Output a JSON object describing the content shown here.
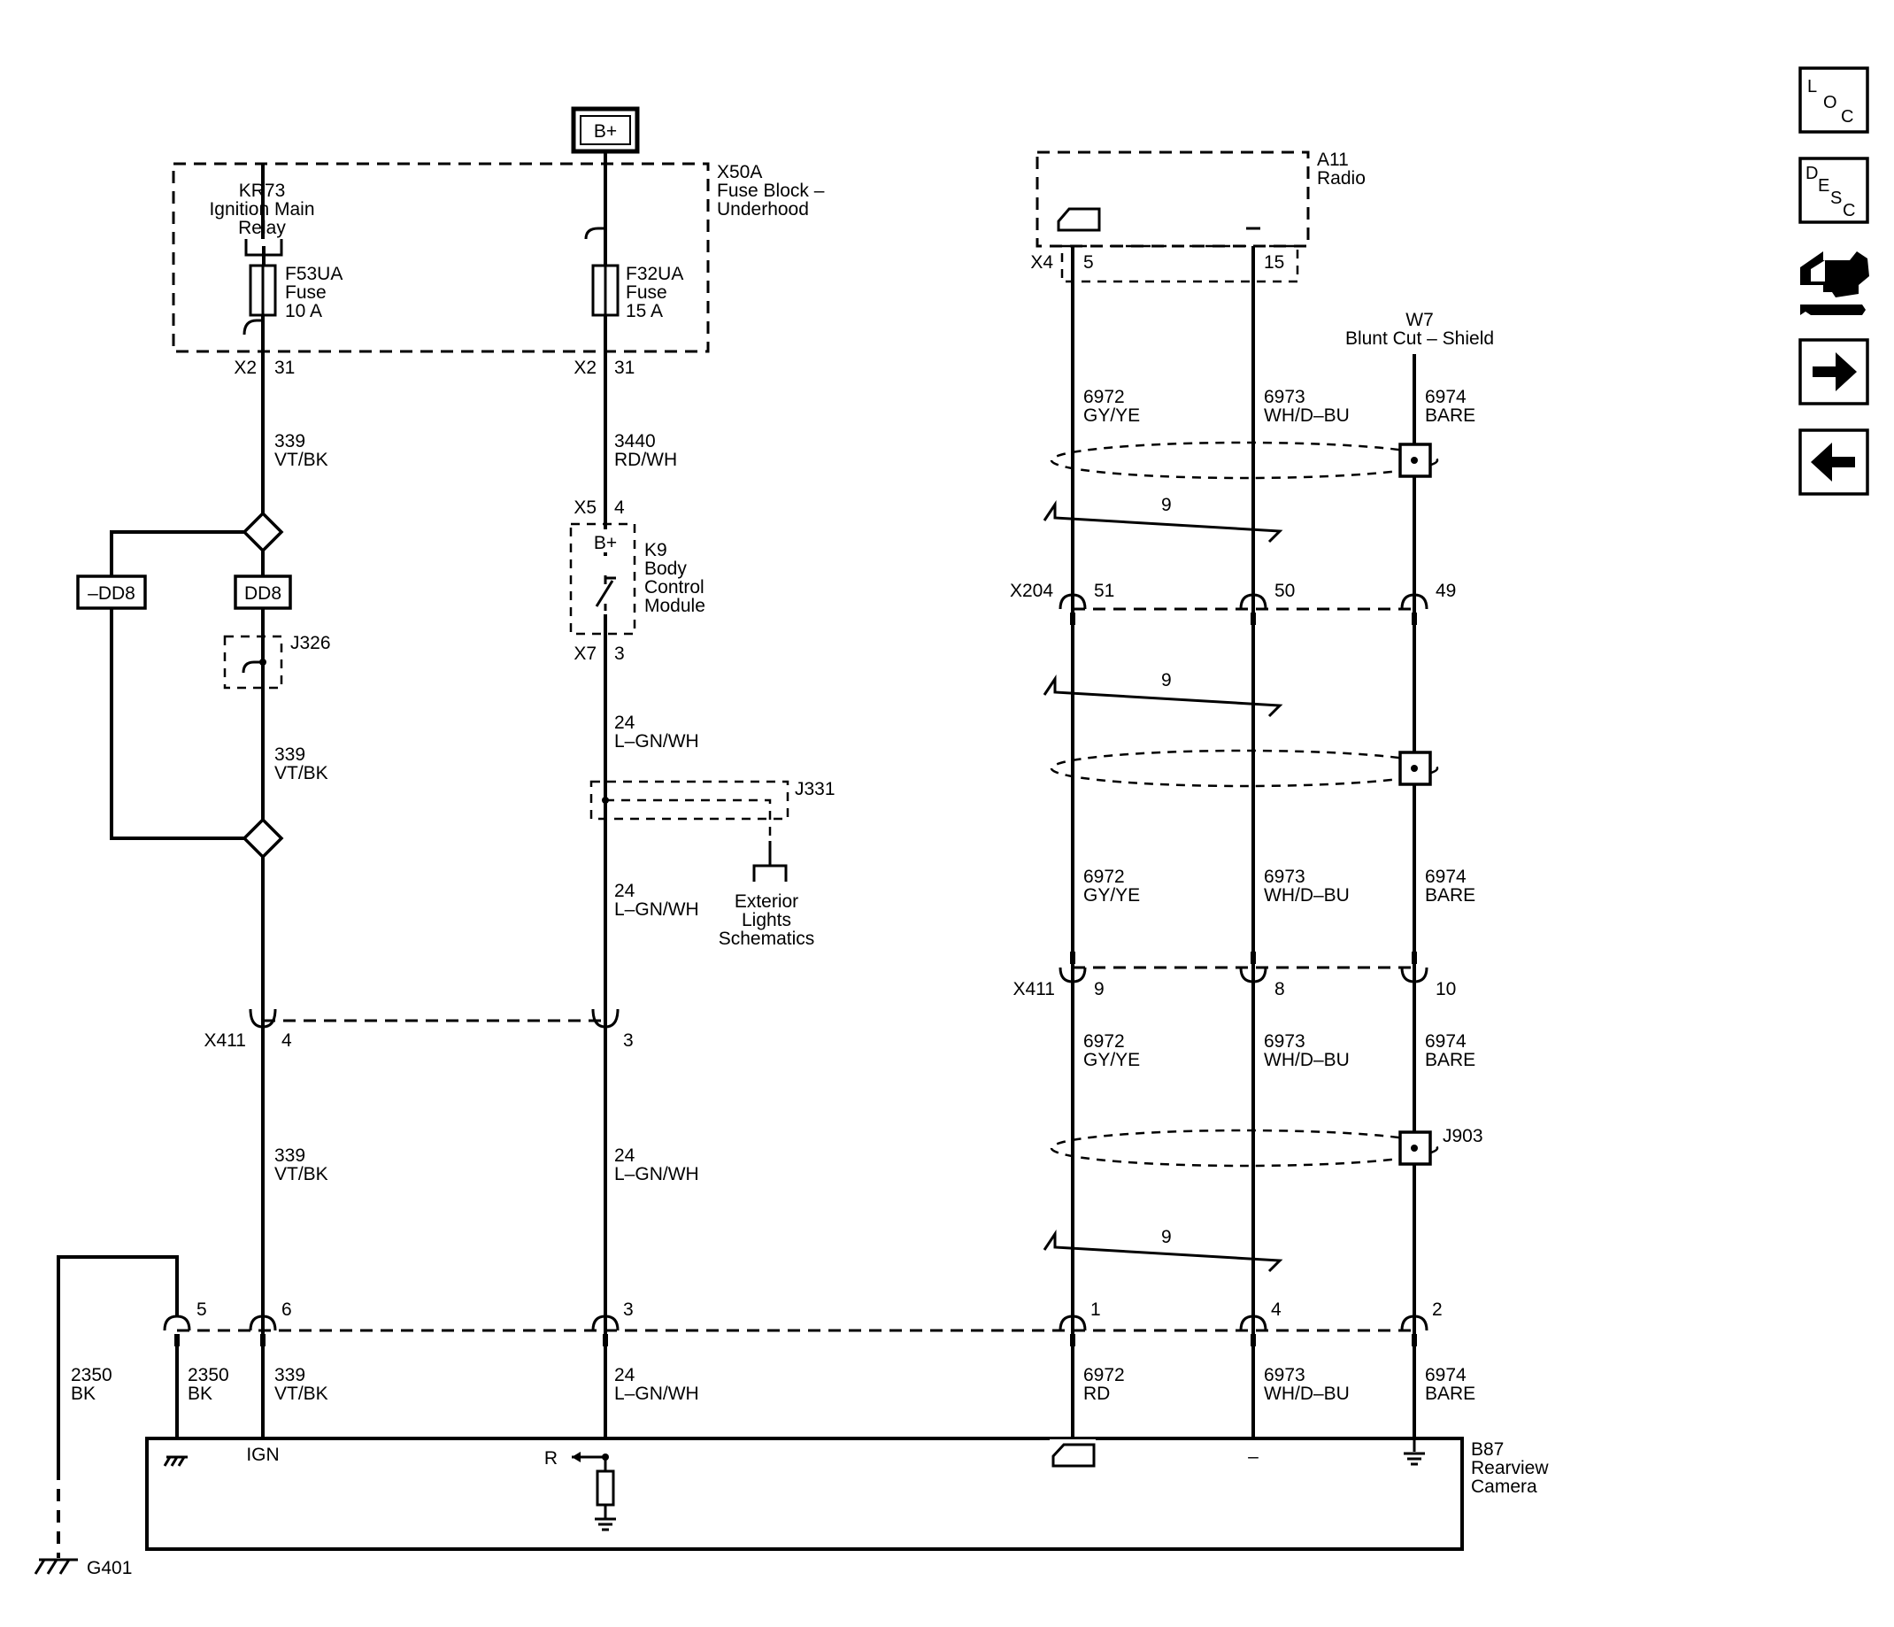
{
  "power": {
    "bplus_top": "B+",
    "bplus_k9": "B+"
  },
  "fuse_block": {
    "id": "X50A",
    "name_line1": "Fuse Block –",
    "name_line2": "Underhood",
    "relay": {
      "id": "KR73",
      "line1": "Ignition Main",
      "line2": "Relay"
    },
    "fuse_left": {
      "id": "F53UA",
      "type": "Fuse",
      "rating": "10 A"
    },
    "fuse_right": {
      "id": "F32UA",
      "type": "Fuse",
      "rating": "15 A"
    },
    "conn_left": "X2",
    "pin_left": "31",
    "conn_right": "X2",
    "pin_right": "31"
  },
  "radio": {
    "id": "A11",
    "name": "Radio",
    "conn": "X4",
    "pin_a": "5",
    "pin_b": "15"
  },
  "shield": {
    "id": "W7",
    "name": "Blunt Cut – Shield"
  },
  "wires": {
    "w339": {
      "num": "339",
      "color": "VT/BK"
    },
    "w3440": {
      "num": "3440",
      "color": "RD/WH"
    },
    "w24": {
      "num": "24",
      "color": "L–GN/WH"
    },
    "w6972": {
      "num": "6972",
      "color": "GY/YE"
    },
    "w6972rd": {
      "num": "6972",
      "color": "RD"
    },
    "w6973": {
      "num": "6973",
      "color": "WH/D–BU"
    },
    "w6974": {
      "num": "6974",
      "color": "BARE"
    },
    "w2350": {
      "num": "2350",
      "color": "BK"
    }
  },
  "dd8": {
    "left": "–DD8",
    "right": "DD8"
  },
  "splices": {
    "j326": "J326",
    "j331": "J331",
    "j903": "J903"
  },
  "bcm": {
    "id": "K9",
    "line1": "Body",
    "line2": "Control",
    "line3": "Module",
    "conn_in": "X5",
    "pin_in": "4",
    "conn_out": "X7",
    "pin_out": "3"
  },
  "exterior_ref": {
    "line1": "Exterior",
    "line2": "Lights",
    "line3": "Schematics"
  },
  "twist": {
    "count": "9"
  },
  "x204": {
    "id": "X204",
    "pins": [
      "51",
      "50",
      "49"
    ]
  },
  "x411_upper": {
    "id": "X411",
    "pins": [
      "9",
      "8",
      "10"
    ]
  },
  "x411_lower": {
    "id": "X411",
    "pins": [
      "4",
      "3"
    ]
  },
  "camera": {
    "id": "B87",
    "line1": "Rearview",
    "line2": "Camera",
    "pins": [
      "5",
      "6",
      "3",
      "1",
      "4",
      "2"
    ],
    "ign_label": "IGN",
    "r_label": "R",
    "minus_label": "–"
  },
  "ground": {
    "id": "G401"
  },
  "nav": {
    "loc": [
      "L",
      "O",
      "C"
    ],
    "desc": [
      "D",
      "E",
      "S",
      "C"
    ]
  },
  "icons": {
    "loc": "loc-icon",
    "desc": "desc-icon",
    "connector_tool": "connector-tool-icon",
    "next": "arrow-right-icon",
    "prev": "arrow-left-icon"
  }
}
